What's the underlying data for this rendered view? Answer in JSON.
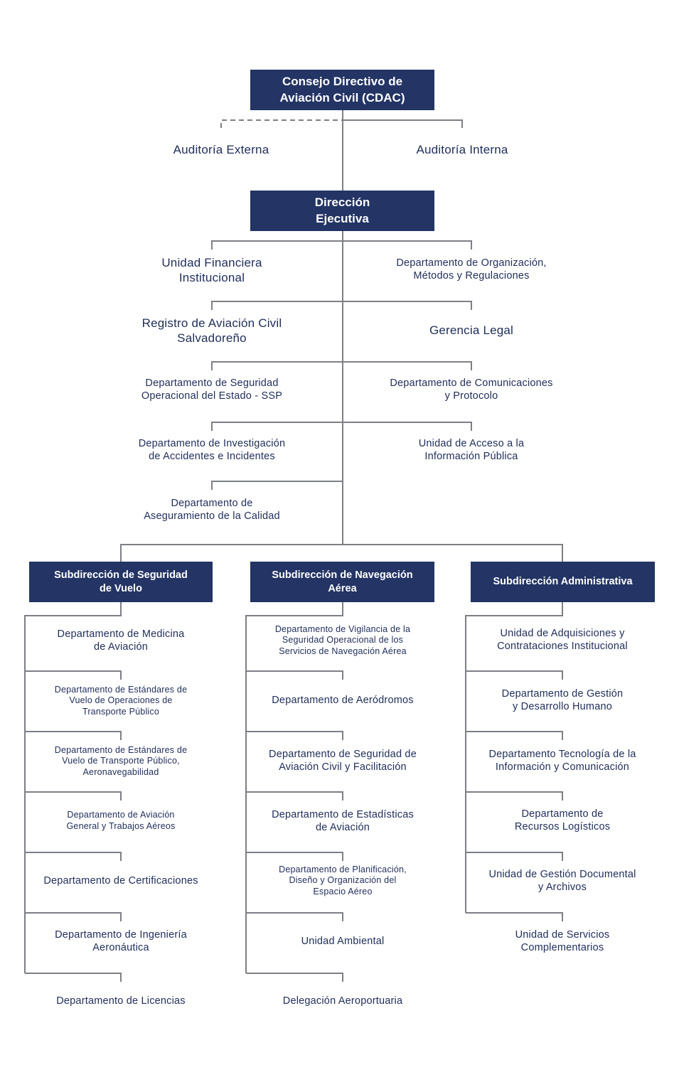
{
  "top": {
    "cdac": "Consejo Directivo de\nAviación Civil (CDAC)",
    "auditoria_externa": "Auditoría Externa",
    "auditoria_interna": "Auditoría Interna",
    "direccion": "Dirección\nEjecutiva"
  },
  "staff": {
    "left": [
      "Unidad Financiera\nInstitucional",
      "Registro de Aviación Civil\nSalvadoreño",
      "Departamento de Seguridad\nOperacional del Estado - SSP",
      "Departamento de Investigación\nde Accidentes e Incidentes",
      "Departamento de\nAseguramiento de la Calidad"
    ],
    "right": [
      "Departamento de Organización,\nMétodos y Regulaciones",
      "Gerencia Legal",
      "Departamento de Comunicaciones\ny Protocolo",
      "Unidad de Acceso a la\nInformación Pública"
    ]
  },
  "subdirecciones": {
    "vuelo": {
      "title": "Subdirección de Seguridad\nde Vuelo",
      "items": [
        "Departamento de Medicina\nde Aviación",
        "Departamento de Estándares de\nVuelo de Operaciones de\nTransporte Público",
        "Departamento de Estándares de\nVuelo de Transporte Público,\nAeronavegabilidad",
        "Departamento de Aviación\nGeneral y Trabajos Aéreos",
        "Departamento de Certificaciones",
        "Departamento de Ingeniería\nAeronáutica",
        "Departamento de Licencias"
      ]
    },
    "navegacion": {
      "title": "Subdirección de Navegación\nAérea",
      "items": [
        "Departamento de Vigilancia de la\nSeguridad Operacional de los\nServicios de Navegación Aérea",
        "Departamento de Aeródromos",
        "Departamento de Seguridad de\nAviación Civil y Facilitación",
        "Departamento de Estadísticas\nde Aviación",
        "Departamento de Planificación,\nDiseño y Organización del\nEspacio Aéreo",
        "Unidad Ambiental",
        "Delegación Aeroportuaria"
      ]
    },
    "administrativa": {
      "title": "Subdirección Administrativa",
      "items": [
        "Unidad de Adquisiciones y\nContrataciones Institucional",
        "Departamento de Gestión\ny Desarrollo Humano",
        "Departamento Tecnología de la\nInformación y Comunicación",
        "Departamento de\nRecursos Logísticos",
        "Unidad de Gestión Documental\ny Archivos",
        "Unidad de Servicios\nComplementarios"
      ]
    }
  },
  "colors": {
    "box": "#233465",
    "text": "#1f2d5a",
    "line": "#7d7f85"
  }
}
